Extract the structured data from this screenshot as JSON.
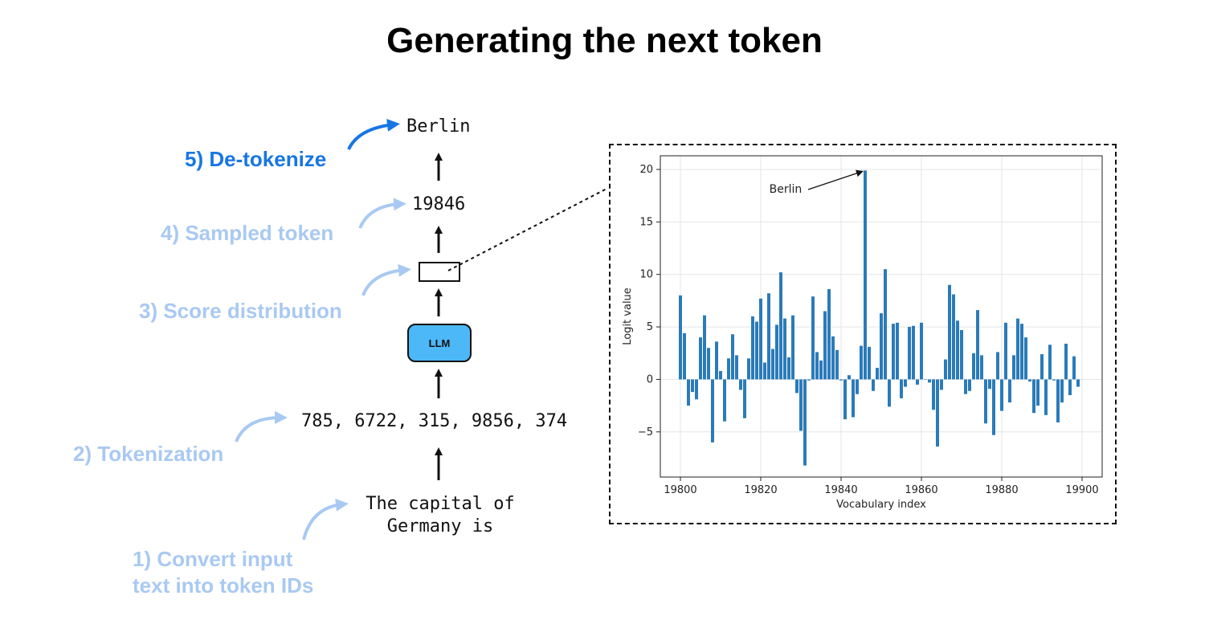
{
  "title": "Generating the next token",
  "pipeline": {
    "input_text_line1": "The capital of",
    "input_text_line2": "Germany is",
    "token_ids": "785, 6722, 315, 9856, 374",
    "model_label": "LLM",
    "sampled_token": "19846",
    "output_word": "Berlin"
  },
  "steps": [
    {
      "label": "1) Convert input",
      "label2": "text into token IDs",
      "color": "#a9c9f2"
    },
    {
      "label": "2) Tokenization",
      "color": "#a9c9f2"
    },
    {
      "label": "3) Score distribution",
      "color": "#a9c9f2"
    },
    {
      "label": "4) Sampled token",
      "color": "#a9c9f2"
    },
    {
      "label": "5) De-tokenize",
      "color": "#1776e3"
    }
  ],
  "chart_data": {
    "type": "bar",
    "xlabel": "Vocabulary index",
    "ylabel": "Logit value",
    "xlim": [
      19795,
      19905
    ],
    "ylim": [
      -9.3,
      21.3
    ],
    "xticks": [
      19800,
      19820,
      19840,
      19860,
      19880,
      19900
    ],
    "yticks": [
      -5,
      0,
      5,
      10,
      15,
      20
    ],
    "grid": true,
    "bar_color": "#2b7bb9",
    "x_start": 19800,
    "values": [
      8.0,
      4.4,
      -2.5,
      -1.2,
      -1.9,
      4.0,
      6.1,
      3.0,
      -6.0,
      3.6,
      0.8,
      -4.0,
      2.0,
      4.3,
      2.3,
      -1.0,
      -3.7,
      2.0,
      6.0,
      5.5,
      7.7,
      1.6,
      8.2,
      2.9,
      5.2,
      10.2,
      5.8,
      2.1,
      6.1,
      -1.3,
      -4.9,
      -8.2,
      -0.1,
      7.9,
      2.6,
      1.8,
      6.5,
      8.6,
      4.1,
      2.8,
      -0.1,
      -3.8,
      0.4,
      -3.6,
      -1.4,
      3.2,
      19.9,
      3.1,
      -1.1,
      1.1,
      6.3,
      10.5,
      -2.6,
      5.3,
      5.4,
      -1.8,
      -0.7,
      5.0,
      5.1,
      -0.5,
      5.4,
      0.0,
      -0.3,
      -2.9,
      -6.4,
      -1.0,
      1.9,
      9.0,
      8.1,
      5.6,
      4.7,
      -1.4,
      -1.1,
      2.5,
      6.6,
      2.3,
      -4.2,
      -0.9,
      -5.3,
      2.6,
      -3.0,
      5.4,
      -2.2,
      2.3,
      5.8,
      5.3,
      4.0,
      -0.2,
      -3.2,
      -2.5,
      2.4,
      -3.4,
      3.3,
      -0.1,
      -4.1,
      -2.2,
      3.4,
      -1.5,
      2.2,
      -0.7
    ],
    "annotation": {
      "text": "Berlin",
      "x": 19846,
      "y": 19.9
    }
  }
}
